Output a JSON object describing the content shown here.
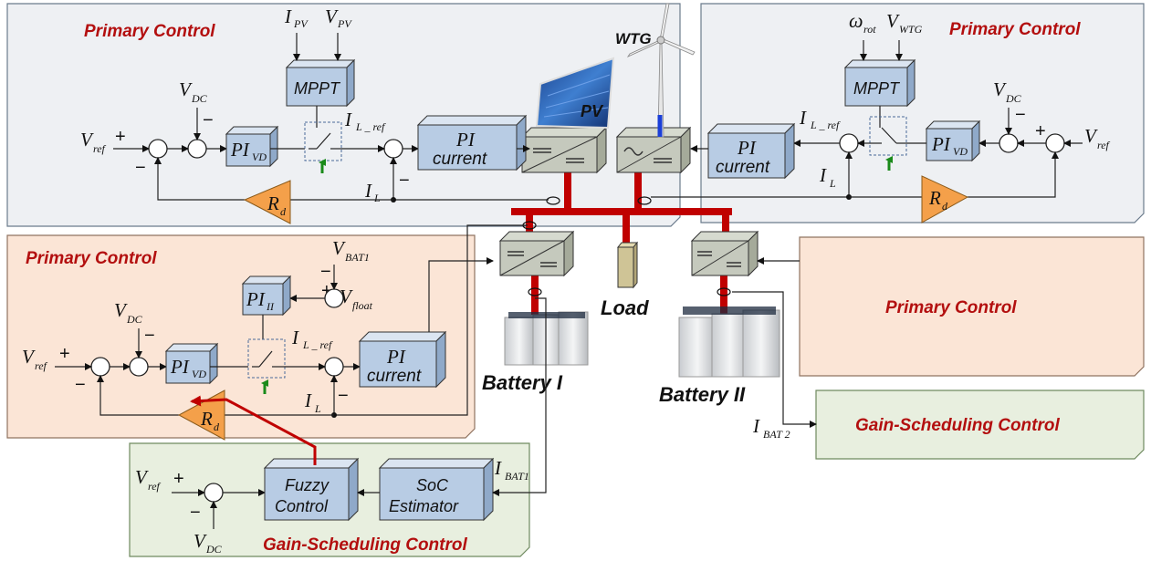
{
  "panels": {
    "pv_title": "Primary Control",
    "wtg_title": "Primary Control",
    "bat1_title": "Primary Control",
    "bat2_title": "Primary Control",
    "gs1_title": "Gain-Scheduling Control",
    "gs2_title": "Gain-Scheduling Control"
  },
  "blocks": {
    "mppt": "MPPT",
    "pi": "PI",
    "current": "current",
    "vd_sub": "VD",
    "ii_sub": "II",
    "fuzzy_line1": "Fuzzy",
    "fuzzy_line2": "Control",
    "soc_line1": "SoC",
    "soc_line2": "Estimator"
  },
  "signals": {
    "V": "V",
    "I": "I",
    "R": "R",
    "omega": "ω",
    "ref": "ref",
    "pv": "PV",
    "dc": "DC",
    "wtg": "WTG",
    "rot": "rot",
    "l_ref": "L _ ref",
    "l": "L",
    "d": "d",
    "bat1": "BAT1",
    "bat2": "BAT 2",
    "float": "float",
    "plus": "+",
    "minus": "−"
  },
  "components": {
    "pv": "PV",
    "wtg": "WTG",
    "load": "Load",
    "battery1": "Battery I",
    "battery2": "Battery II"
  },
  "colors": {
    "panel_grey": "#eef0f3",
    "panel_peach": "#fbe5d6",
    "panel_green": "#e8efdf",
    "block_blue": "#b8cce4",
    "bus_red": "#c00000",
    "title_red": "#b30f0f",
    "gain_orange": "#f4a04a"
  }
}
